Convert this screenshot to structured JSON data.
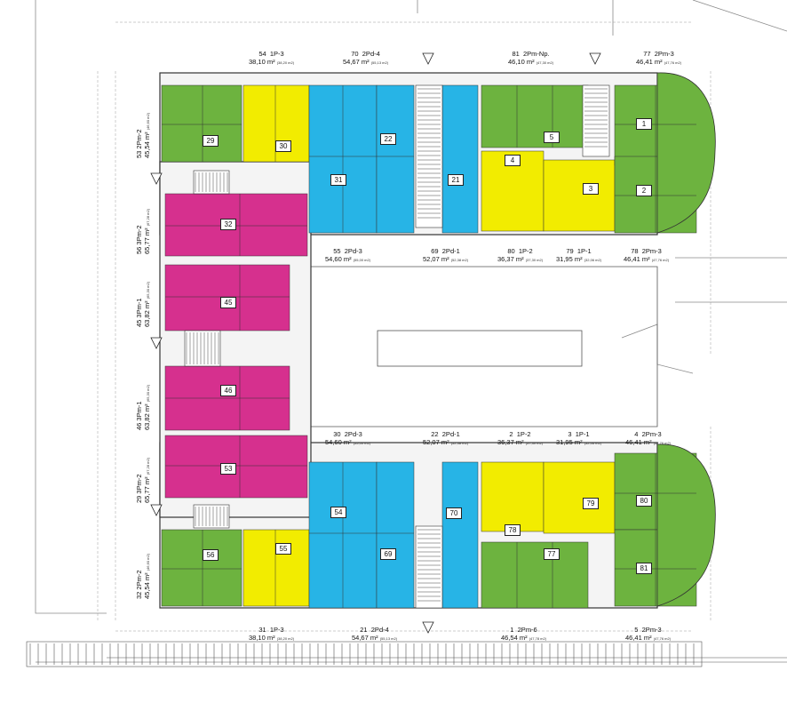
{
  "legend_colors": {
    "green": "#6db33f",
    "yellow": "#f2ec00",
    "cyan": "#27b4e6",
    "magenta": "#d6308e"
  },
  "top_labels": [
    {
      "id": "54",
      "type": "1P-3",
      "area": "38,10 m²",
      "sub": "(38,20 m2)"
    },
    {
      "id": "70",
      "type": "2Pd-4",
      "area": "54,67 m²",
      "sub": "(55,13 m2)"
    },
    {
      "id": "81",
      "type": "2Pm-Np.",
      "area": "46,10 m²",
      "sub": "(47,30 m2)"
    },
    {
      "id": "77",
      "type": "2Pm-3",
      "area": "46,41 m²",
      "sub": "(47,76 m2)"
    }
  ],
  "mid_upper_labels": [
    {
      "id": "55",
      "type": "2Pd-3",
      "area": "54,60 m²",
      "sub": "(55,00 m2)"
    },
    {
      "id": "69",
      "type": "2Pd-1",
      "area": "52,07 m²",
      "sub": "(52,38 m2)"
    },
    {
      "id": "80",
      "type": "1P-2",
      "area": "36,37 m²",
      "sub": "(37,30 m2)"
    },
    {
      "id": "79",
      "type": "1P-1",
      "area": "31,95 m²",
      "sub": "(32,06 m2)"
    },
    {
      "id": "78",
      "type": "2Pm-3",
      "area": "46,41 m²",
      "sub": "(47,76 m2)"
    }
  ],
  "mid_lower_labels": [
    {
      "id": "30",
      "type": "2Pd-3",
      "area": "54,60 m²",
      "sub": "(55,00 m2)"
    },
    {
      "id": "22",
      "type": "2Pd-1",
      "area": "52,07 m²",
      "sub": "(52,38 m2)"
    },
    {
      "id": "2",
      "type": "1P-2",
      "area": "36,37 m²",
      "sub": "(37,30 m2)"
    },
    {
      "id": "3",
      "type": "1P-1",
      "area": "31,95 m²",
      "sub": "(32,06 m2)"
    },
    {
      "id": "4",
      "type": "2Pm-3",
      "area": "46,41 m²",
      "sub": "(47,76 m2)"
    }
  ],
  "bottom_labels": [
    {
      "id": "31",
      "type": "1P-3",
      "area": "38,10 m²",
      "sub": "(38,20 m2)"
    },
    {
      "id": "21",
      "type": "2Pd-4",
      "area": "54,67 m²",
      "sub": "(55,13 m2)"
    },
    {
      "id": "1",
      "type": "2Pm-6",
      "area": "46,54 m²",
      "sub": "(47,78 m2)"
    },
    {
      "id": "5",
      "type": "2Pm-3",
      "area": "46,41 m²",
      "sub": "(47,76 m2)"
    }
  ],
  "left_labels": [
    {
      "id": "53",
      "type": "2Pm-2",
      "area": "45,54 m²",
      "sub": "(46,60 m2)"
    },
    {
      "id": "56",
      "type": "3Pm-2",
      "area": "65,77 m²",
      "sub": "(67,28 m2)"
    },
    {
      "id": "45",
      "type": "3Pm-1",
      "area": "63,82 m²",
      "sub": "(65,30 m2)"
    },
    {
      "id": "46",
      "type": "3Pm-1",
      "area": "63,82 m²",
      "sub": "(65,30 m2)"
    },
    {
      "id": "29",
      "type": "3Pm-2",
      "area": "65,77 m²",
      "sub": "(67,28 m2)"
    },
    {
      "id": "32",
      "type": "2Pm-2",
      "area": "45,54 m²",
      "sub": "(46,60 m2)"
    }
  ],
  "unit_numbers": [
    "29",
    "30",
    "22",
    "5",
    "1",
    "4",
    "31",
    "21",
    "3",
    "2",
    "32",
    "45",
    "46",
    "53",
    "54",
    "55",
    "70",
    "69",
    "79",
    "80",
    "78",
    "77",
    "81",
    "56"
  ]
}
